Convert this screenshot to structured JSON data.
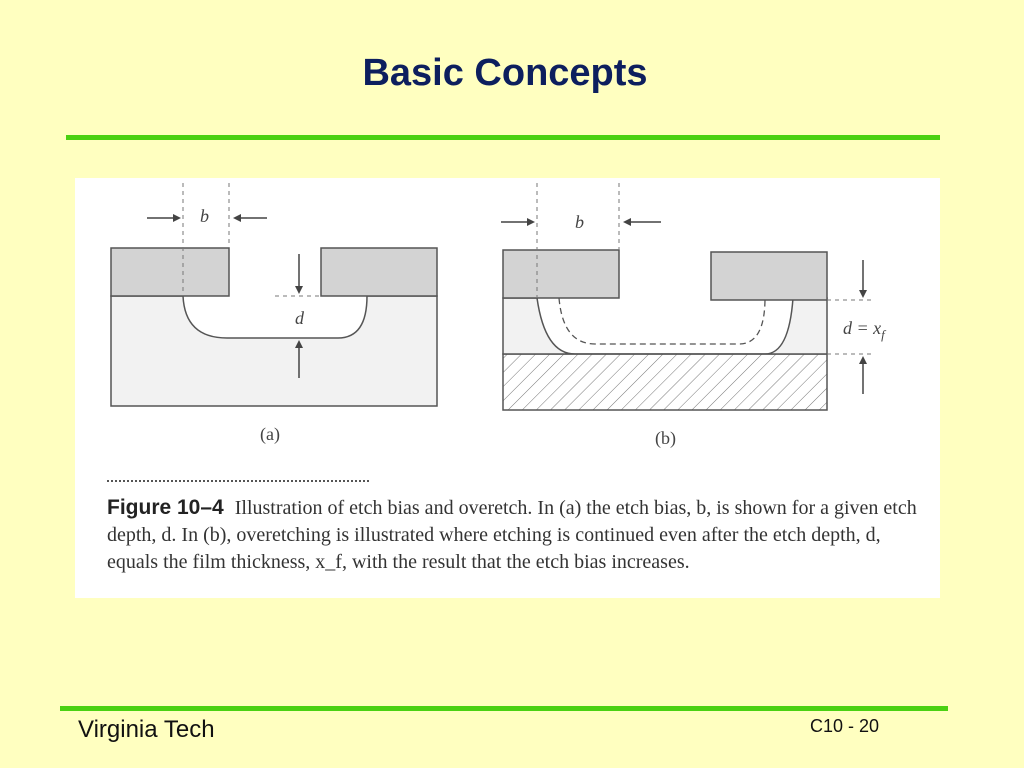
{
  "slide": {
    "title": "Basic Concepts",
    "footer_left": "Virginia Tech",
    "footer_right": "C10 - 20"
  },
  "figure": {
    "panel_a": {
      "bias_label": "b",
      "depth_label": "d",
      "caption": "(a)"
    },
    "panel_b": {
      "bias_label": "b",
      "depth_label": "d = x",
      "depth_subscript": "f",
      "caption": "(b)"
    },
    "caption": {
      "label": "Figure 10–4",
      "text": "Illustration of etch bias and overetch. In (a) the etch bias, b, is shown for a given etch depth, d. In (b), overetching is illustrated where etching is continued even after the etch depth, d, equals the film thickness, x_f, with the result that the etch bias increases."
    }
  },
  "colors": {
    "background": "#ffffc0",
    "title": "#0d1f5e",
    "rule": "#4ad112",
    "mask_fill": "#d3d3d3",
    "film_fill": "#f2f2f2"
  }
}
